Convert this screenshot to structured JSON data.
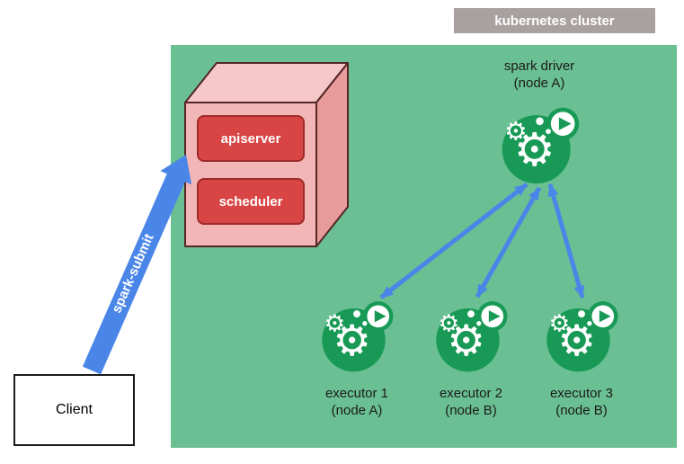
{
  "cluster": {
    "label": "kubernetes cluster"
  },
  "control_plane": {
    "apiserver_label": "apiserver",
    "scheduler_label": "scheduler"
  },
  "driver": {
    "line1": "spark driver",
    "line2": "(node A)"
  },
  "executors": [
    {
      "line1": "executor 1",
      "line2": "(node A)"
    },
    {
      "line1": "executor 2",
      "line2": "(node B)"
    },
    {
      "line1": "executor 3",
      "line2": "(node B)"
    }
  ],
  "client": {
    "label": "Client"
  },
  "arrows": {
    "spark_submit_label": "spark-submit"
  },
  "icons": {
    "gear": "⚙"
  },
  "colors": {
    "cluster_bg": "#6abf93",
    "cluster_label_bg": "#a9a0a0",
    "component_red": "#d94444",
    "box_pink_front": "#f2b6b6",
    "box_pink_top": "#f6c8c8",
    "box_pink_side": "#e89b9b",
    "arrow_blue": "#4a86e8",
    "spark_pod_green": "#189a56"
  }
}
